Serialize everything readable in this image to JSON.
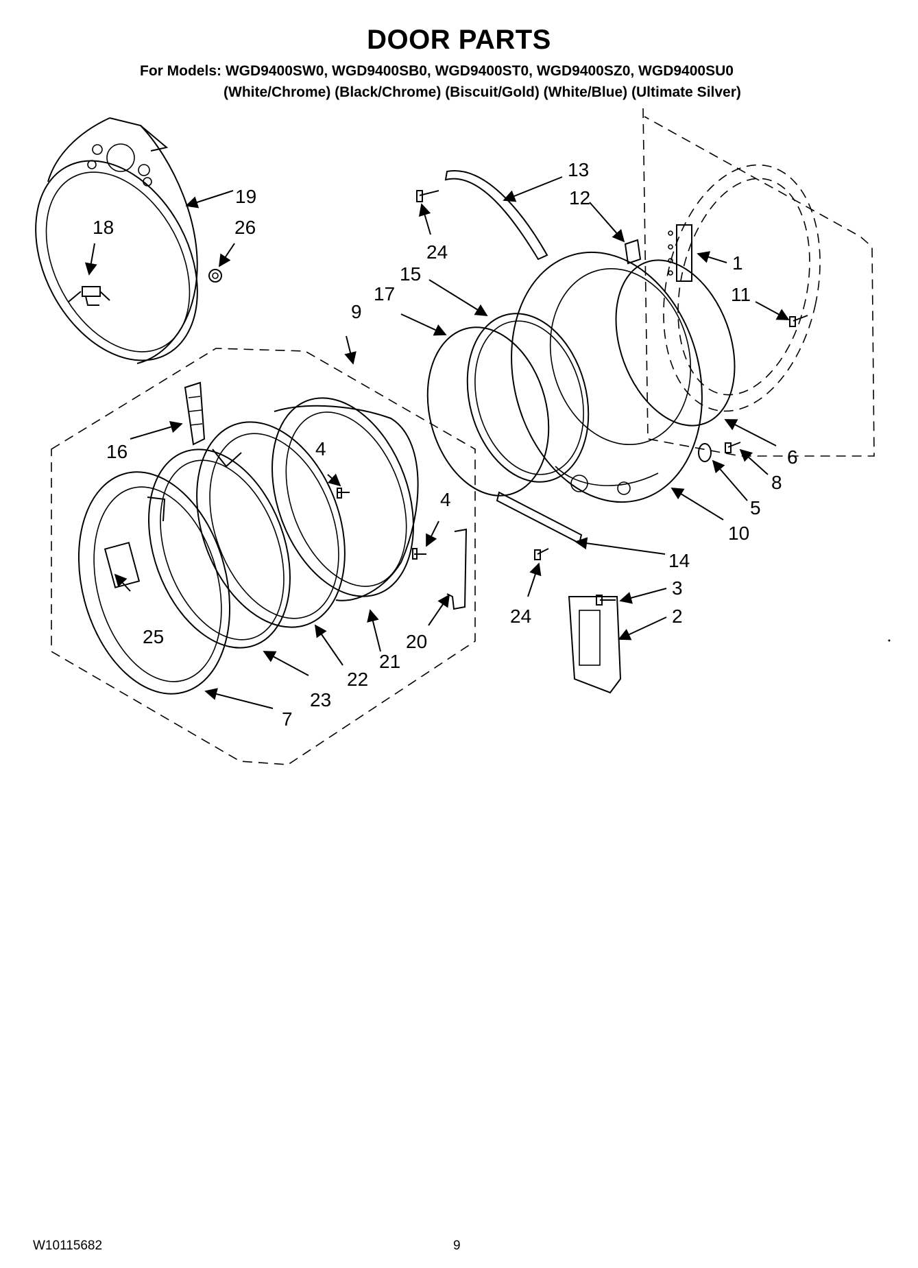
{
  "header": {
    "title": "DOOR PARTS",
    "models": "For Models: WGD9400SW0, WGD9400SB0, WGD9400ST0, WGD9400SZ0, WGD9400SU0",
    "colors": "(White/Chrome) (Black/Chrome) (Biscuit/Gold) (White/Blue)  (Ultimate Silver)"
  },
  "callouts": {
    "c1": "1",
    "c2": "2",
    "c3": "3",
    "c4a": "4",
    "c4b": "4",
    "c5": "5",
    "c6": "6",
    "c7": "7",
    "c8": "8",
    "c9": "9",
    "c10": "10",
    "c11": "11",
    "c12": "12",
    "c13": "13",
    "c14": "14",
    "c15": "15",
    "c16": "16",
    "c17": "17",
    "c18": "18",
    "c19": "19",
    "c20": "20",
    "c21": "21",
    "c22": "22",
    "c23": "23",
    "c24a": "24",
    "c24b": "24",
    "c25": "25",
    "c26": "26"
  },
  "footer": {
    "doc_number": "W10115682",
    "page_number": "9"
  }
}
